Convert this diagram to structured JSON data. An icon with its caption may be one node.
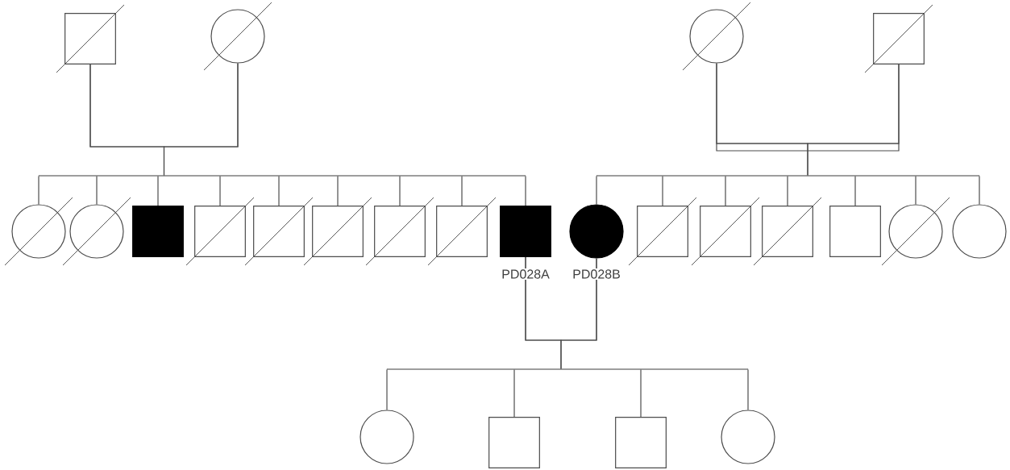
{
  "diagram": {
    "nodes": [
      {
        "text": [],
        "shape": "box"
      },
      {
        "text": [],
        "shape": "circle"
      },
      {
        "text": [],
        "shape": "circle"
      },
      {
        "text": [],
        "shape": "box"
      },
      {
        "text": [],
        "shape": "bar"
      },
      {
        "text": [],
        "shape": "bar"
      },
      {
        "text": [],
        "shape": "circle"
      },
      {
        "text": [],
        "shape": "circle"
      },
      {
        "text": [],
        "shape": "box"
      },
      {
        "text": [],
        "shape": "box"
      },
      {
        "text": [],
        "shape": "box"
      },
      {
        "text": [],
        "shape": "box"
      },
      {
        "text": [],
        "shape": "box"
      },
      {
        "text": [],
        "shape": "box"
      },
      {
        "text": [],
        "shape": "box",
        "beside": [
          "PD028A"
        ]
      },
      {
        "text": [],
        "shape": "circle",
        "beside": [
          "PD028B"
        ]
      },
      {
        "text": [],
        "shape": "box"
      },
      {
        "text": [],
        "shape": "box"
      },
      {
        "text": [],
        "shape": "box"
      },
      {
        "text": [],
        "shape": "box"
      },
      {
        "text": [],
        "shape": "circle"
      },
      {
        "text": [],
        "shape": "circle"
      },
      {
        "text": [],
        "shape": "bar"
      },
      {
        "text": [],
        "shape": "circle"
      },
      {
        "text": [],
        "shape": "box"
      },
      {
        "text": [],
        "shape": "box"
      },
      {
        "text": [],
        "shape": "circle"
      }
    ],
    "edges": [
      {
        "from": 0,
        "to": 1,
        "arrow": "none"
      },
      {
        "from": 2,
        "to": 3,
        "arrow": "none"
      },
      {
        "from": 14,
        "to": 15,
        "arrow": "none"
      },
      {
        "from": 0,
        "to": 4,
        "arrow": "none"
      },
      {
        "from": 1,
        "to": 4,
        "arrow": "none"
      },
      {
        "from": 2,
        "to": 5,
        "arrow": "none"
      },
      {
        "from": 3,
        "to": 5,
        "arrow": "none"
      },
      {
        "from": 14,
        "to": 22,
        "arrow": "none"
      },
      {
        "from": 15,
        "to": 22,
        "arrow": "none"
      },
      {
        "from": 4,
        "to": 6,
        "arrow": "none"
      },
      {
        "from": 4,
        "to": 7,
        "arrow": "none"
      },
      {
        "from": 4,
        "to": 8,
        "arrow": "none"
      },
      {
        "from": 4,
        "to": 9,
        "arrow": "none"
      },
      {
        "from": 4,
        "to": 10,
        "arrow": "none"
      },
      {
        "from": 4,
        "to": 11,
        "arrow": "none"
      },
      {
        "from": 4,
        "to": 12,
        "arrow": "none"
      },
      {
        "from": 4,
        "to": 13,
        "arrow": "none"
      },
      {
        "from": 4,
        "to": 14,
        "arrow": "none"
      },
      {
        "from": 5,
        "to": 15,
        "arrow": "none"
      },
      {
        "from": 5,
        "to": 16,
        "arrow": "none"
      },
      {
        "from": 5,
        "to": 17,
        "arrow": "none"
      },
      {
        "from": 5,
        "to": 18,
        "arrow": "none"
      },
      {
        "from": 5,
        "to": 19,
        "arrow": "none"
      },
      {
        "from": 5,
        "to": 20,
        "arrow": "none"
      },
      {
        "from": 5,
        "to": 21,
        "arrow": "none"
      },
      {
        "from": 22,
        "to": 23,
        "arrow": "none"
      },
      {
        "from": 22,
        "to": 24,
        "arrow": "none"
      },
      {
        "from": 22,
        "to": 25,
        "arrow": "none"
      },
      {
        "from": 22,
        "to": 26,
        "arrow": "none"
      }
    ]
  }
}
